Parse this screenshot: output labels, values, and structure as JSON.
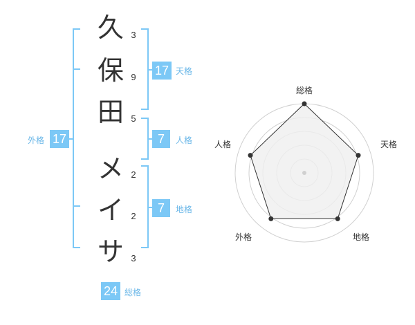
{
  "name": {
    "chars": [
      {
        "char": "久",
        "strokes": "3"
      },
      {
        "char": "保",
        "strokes": "9"
      },
      {
        "char": "田",
        "strokes": "5"
      },
      {
        "char": "メ",
        "strokes": "2"
      },
      {
        "char": "イ",
        "strokes": "2"
      },
      {
        "char": "サ",
        "strokes": "3"
      }
    ]
  },
  "kaku": {
    "tenkaku": {
      "value": "17",
      "label": "天格"
    },
    "jinkaku": {
      "value": "7",
      "label": "人格"
    },
    "chikaku": {
      "value": "7",
      "label": "地格"
    },
    "gaikaku": {
      "value": "17",
      "label": "外格"
    },
    "soukaku": {
      "value": "24",
      "label": "総格"
    }
  },
  "radar": {
    "axes": [
      "総格",
      "天格",
      "地格",
      "外格",
      "人格"
    ],
    "values": [
      1.0,
      0.82,
      0.82,
      0.82,
      0.82
    ],
    "colors": {
      "accent": "#7cc8f6",
      "line": "#333333",
      "fill": "#efefef",
      "ring": "#d0d0d0"
    }
  }
}
